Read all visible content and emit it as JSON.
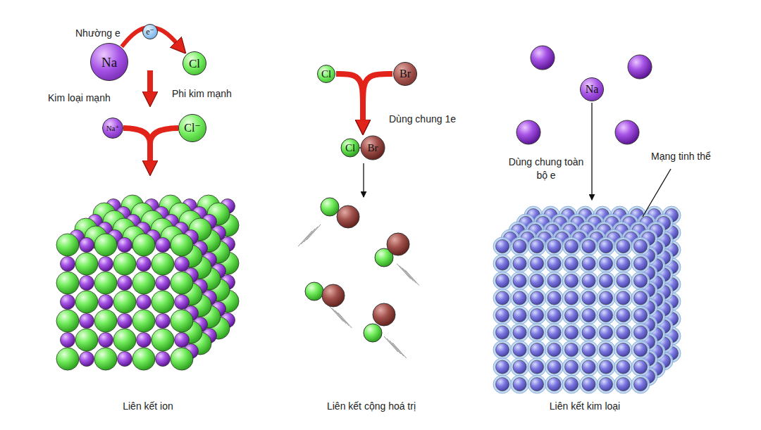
{
  "diagram": {
    "nodes": [
      {
        "text": [
          "Na"
        ]
      },
      {
        "text": [
          "e⁻"
        ]
      },
      {
        "text": [
          "Cl"
        ]
      },
      {
        "text": [
          "Na⁺"
        ]
      },
      {
        "text": [
          "Cl⁻"
        ]
      },
      {
        "text": [
          "Cl"
        ]
      },
      {
        "text": [
          "Br"
        ]
      },
      {
        "text": [
          "Cl",
          "Br"
        ]
      },
      {
        "text": [
          "Na"
        ]
      }
    ],
    "edges": [
      {
        "from": 0,
        "to": 2,
        "arrow": "to"
      },
      {
        "from": 5,
        "to": 7,
        "arrow": "to"
      },
      {
        "from": 6,
        "to": 7,
        "arrow": "to"
      }
    ],
    "labels": [
      "Nhường e",
      "Kim loại mạnh",
      "Phi kim mạnh",
      "Liên kết ion",
      "Dùng chung 1e",
      "Liên kết cộng hoá trị",
      "Dùng chung toàn bộ e",
      "Mạng tinh thể",
      "Liên kết kim loại"
    ]
  }
}
